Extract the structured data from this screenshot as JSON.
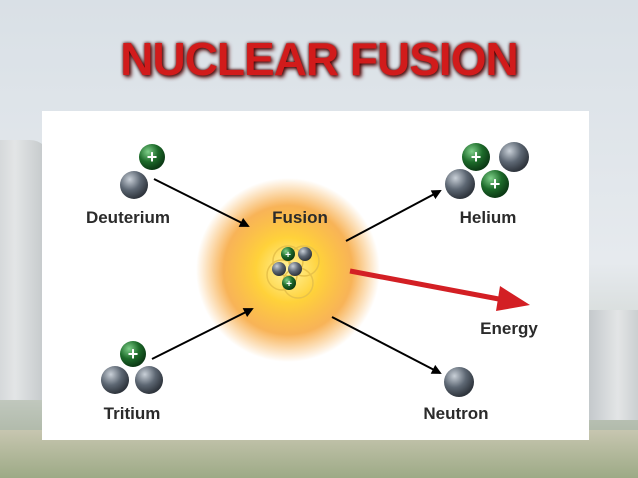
{
  "title": "NUCLEAR FUSION",
  "labels": {
    "deuterium": "Deuterium",
    "tritium": "Tritium",
    "fusion": "Fusion",
    "helium": "Helium",
    "energy": "Energy",
    "neutron": "Neutron"
  },
  "colors": {
    "title": "#d11b1b",
    "proton": "#1d6b2a",
    "neutron": "#5a6470",
    "arrow": "#000000",
    "energy_arrow": "#d31f24",
    "glow": "#f5a623"
  }
}
